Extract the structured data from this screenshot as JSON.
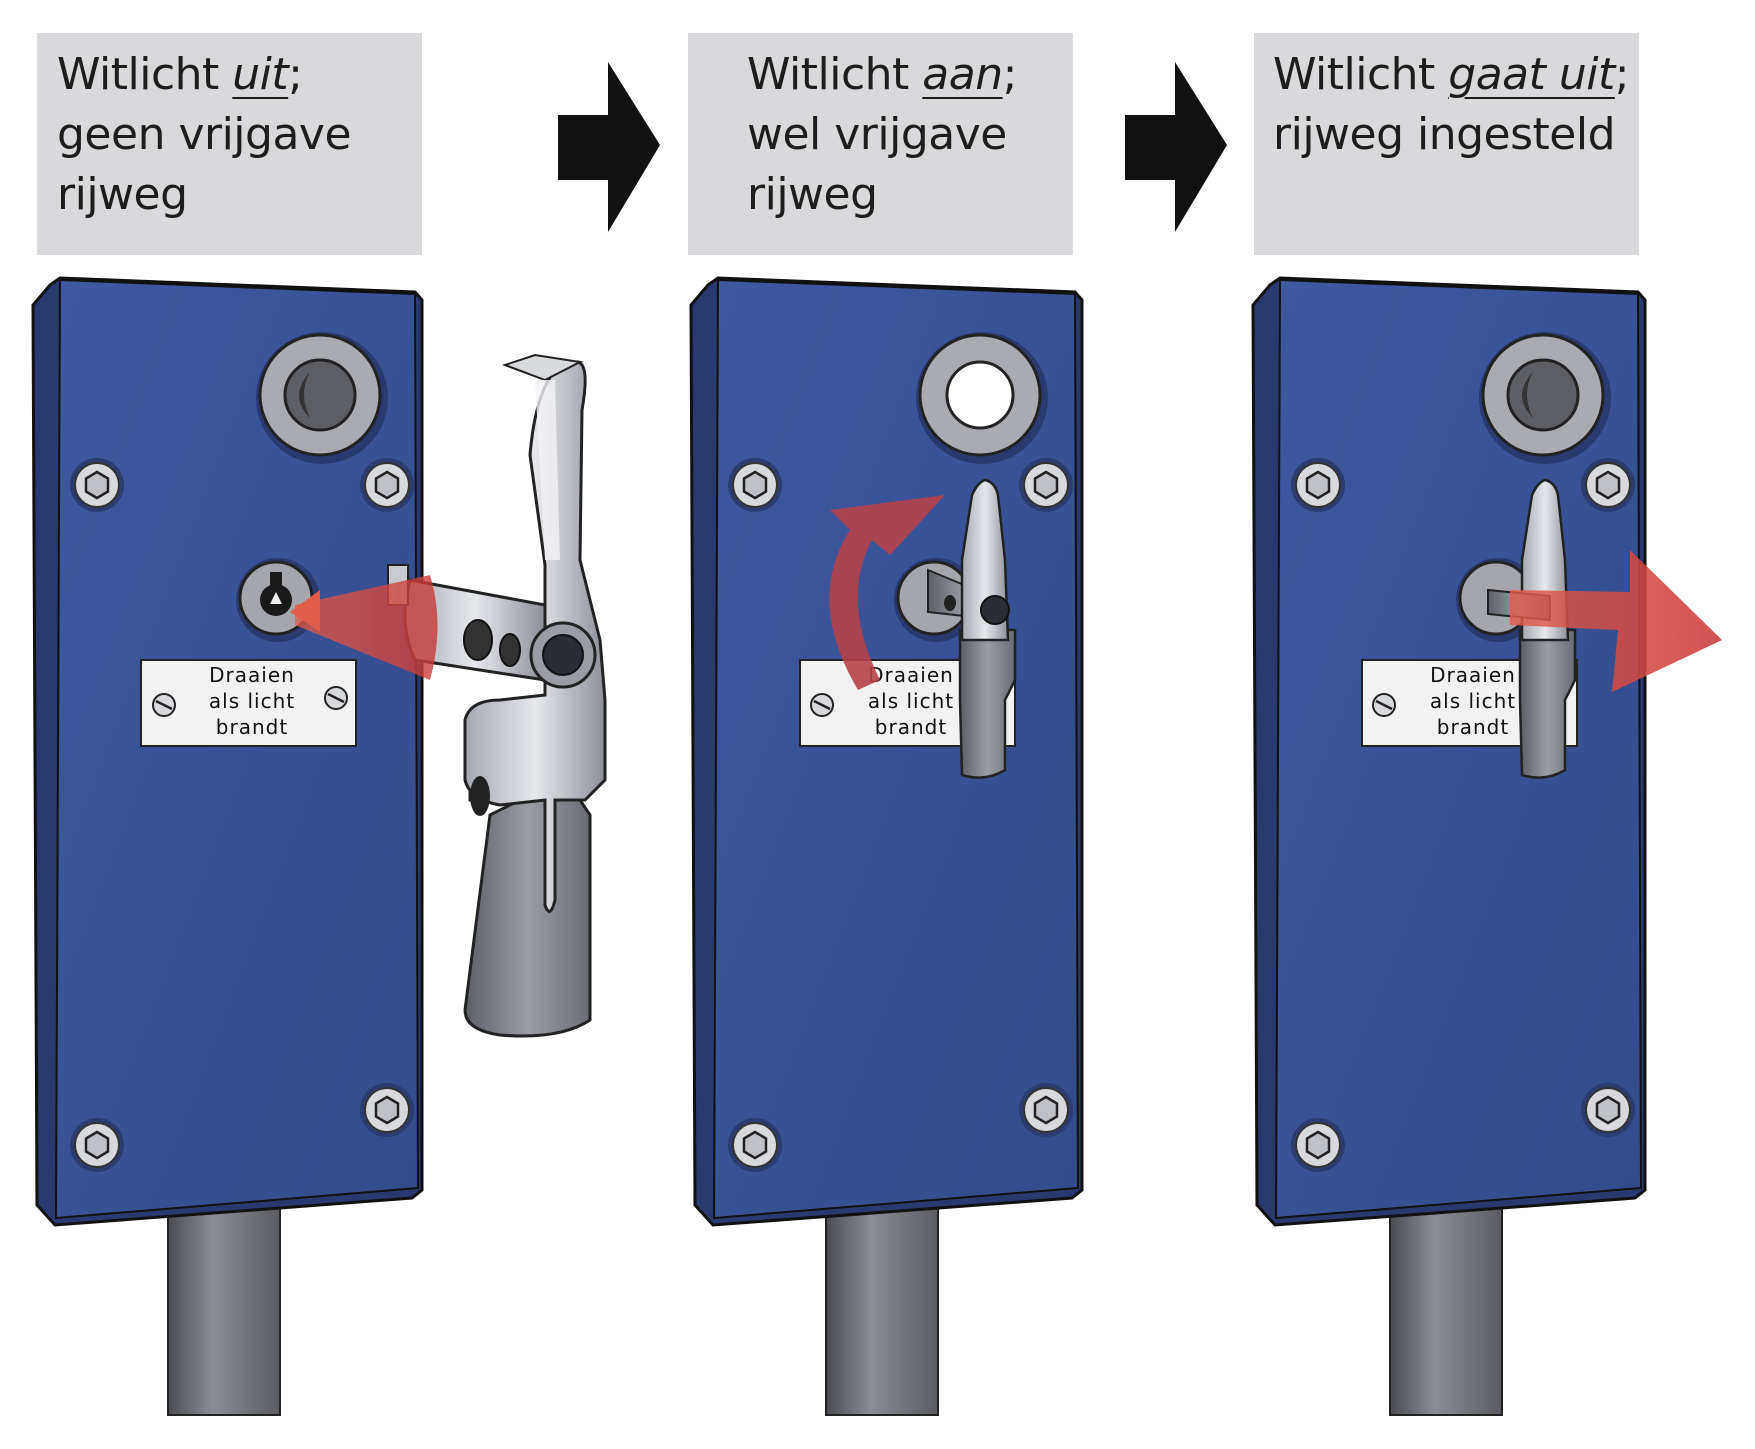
{
  "steps": [
    {
      "pre": "Witlicht ",
      "em": "uit",
      "post": ";",
      "line2": "geen vrijgave",
      "line3": "rijweg"
    },
    {
      "pre": "Witlicht ",
      "em": "aan",
      "post": ";",
      "line2": "wel vrijgave",
      "line3": "rijweg"
    },
    {
      "pre": "Witlicht ",
      "em": "gaat uit",
      "post": ";",
      "line2": "rijweg ingesteld",
      "line3": ""
    }
  ],
  "plate": {
    "line1": "Draaien",
    "line2": "als licht",
    "line3": "brandt"
  },
  "colors": {
    "caption_bg": "#d9d9db",
    "panel_blue": "#3a5196",
    "arrow_black": "#111111",
    "red_arrow": "#d9534a",
    "white_light": "#ffffff"
  },
  "icons": [
    "step-arrow-icon",
    "hex-screw-icon",
    "slotted-screw-icon",
    "key-icon",
    "rotate-arrow-icon",
    "pull-arrow-icon"
  ]
}
